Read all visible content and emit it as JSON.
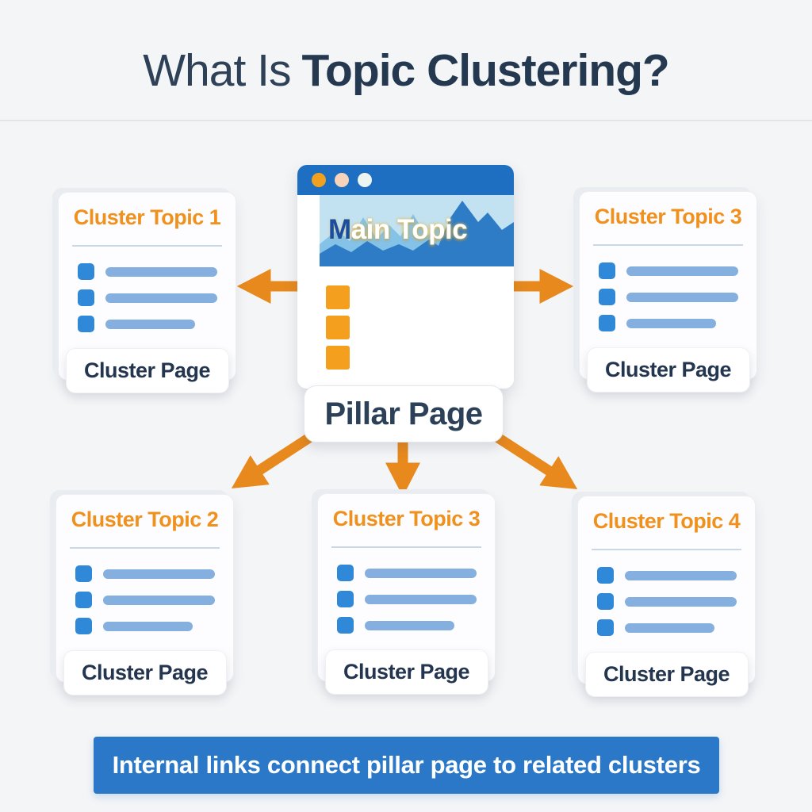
{
  "title": {
    "regular": "What Is",
    "bold": "Topic Clustering?"
  },
  "pillar": {
    "hero_title_initial": "M",
    "hero_title_rest": "ain Topic",
    "label": "Pillar Page"
  },
  "clusters": [
    {
      "position": "top-left",
      "title": "Cluster Topic 1",
      "page_label": "Cluster Page"
    },
    {
      "position": "top-right",
      "title": "Cluster Topic 3",
      "page_label": "Cluster Page"
    },
    {
      "position": "bottom-left",
      "title": "Cluster Topic 2",
      "page_label": "Cluster Page"
    },
    {
      "position": "bottom-middle",
      "title": "Cluster Topic 3",
      "page_label": "Cluster Page"
    },
    {
      "position": "bottom-right",
      "title": "Cluster Topic 4",
      "page_label": "Cluster Page"
    }
  ],
  "banner": {
    "text": "Internal links connect pillar page to related clusters"
  },
  "icons": {
    "window_dots": [
      "orange-dot",
      "peach-dot",
      "white-dot"
    ],
    "arrows": "orange-connector-arrows"
  },
  "colors": {
    "page_background": "#f4f5f7",
    "title_navy": "#2c4157",
    "accent_orange": "#f0911e",
    "arrow_orange": "#e8891d",
    "bullet_orange": "#f59f1f",
    "bullet_blue": "#2f88d8",
    "line_blue": "#84afdf",
    "browser_bar_blue": "#1e6fc2",
    "hero_sky_blue": "#c2e2f1",
    "hero_mountain_blue": "#2e7cc6",
    "banner_blue": "#2b78c8",
    "card_background": "#fdfdff"
  }
}
